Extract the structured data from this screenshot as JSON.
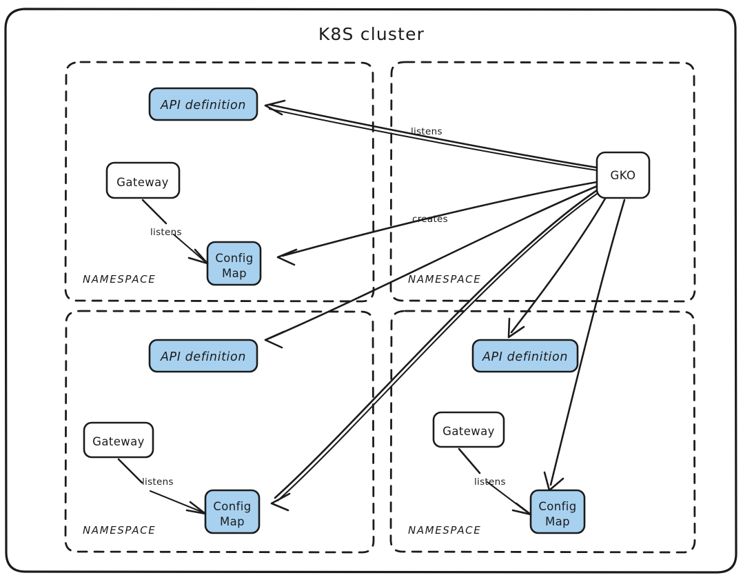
{
  "diagram": {
    "title": "K8S cluster",
    "cluster_label": "K8S cluster",
    "style": {
      "node_blue": "#a8d1f0",
      "node_white": "#ffffff",
      "stroke": "#1b1b1b",
      "background": "#ffffff"
    },
    "namespaces": [
      {
        "id": "ns-top-left",
        "label": "NAMESPACE",
        "nodes": [
          {
            "id": "api-def-1",
            "label": "API definition",
            "kind": "api-definition",
            "fill": "#a8d1f0"
          },
          {
            "id": "gateway-1",
            "label": "Gateway",
            "kind": "gateway",
            "fill": "#ffffff"
          },
          {
            "id": "configmap-1",
            "label_line1": "Config",
            "label_line2": "Map",
            "kind": "config-map",
            "fill": "#a8d1f0"
          }
        ],
        "edges": [
          {
            "from": "gateway-1",
            "to": "configmap-1",
            "label": "listens"
          }
        ]
      },
      {
        "id": "ns-top-right",
        "label": "NAMESPACE",
        "nodes": [
          {
            "id": "gko",
            "label": "GKO",
            "kind": "operator",
            "fill": "#ffffff"
          }
        ],
        "edges": []
      },
      {
        "id": "ns-bottom-left",
        "label": "NAMESPACE",
        "nodes": [
          {
            "id": "api-def-2",
            "label": "API definition",
            "kind": "api-definition",
            "fill": "#a8d1f0"
          },
          {
            "id": "gateway-2",
            "label": "Gateway",
            "kind": "gateway",
            "fill": "#ffffff"
          },
          {
            "id": "configmap-2",
            "label_line1": "Config",
            "label_line2": "Map",
            "kind": "config-map",
            "fill": "#a8d1f0"
          }
        ],
        "edges": [
          {
            "from": "gateway-2",
            "to": "configmap-2",
            "label": "listens"
          }
        ]
      },
      {
        "id": "ns-bottom-right",
        "label": "NAMESPACE",
        "nodes": [
          {
            "id": "api-def-3",
            "label": "API definition",
            "kind": "api-definition",
            "fill": "#a8d1f0"
          },
          {
            "id": "gateway-3",
            "label": "Gateway",
            "kind": "gateway",
            "fill": "#ffffff"
          },
          {
            "id": "configmap-3",
            "label_line1": "Config",
            "label_line2": "Map",
            "kind": "config-map",
            "fill": "#a8d1f0"
          }
        ],
        "edges": [
          {
            "from": "gateway-3",
            "to": "configmap-3",
            "label": "listens"
          }
        ]
      }
    ],
    "cross_edges": [
      {
        "from": "gko",
        "to": "api-def-1",
        "label": "listens"
      },
      {
        "from": "gko",
        "to": "configmap-1",
        "label": "creates"
      },
      {
        "from": "gko",
        "to": "api-def-2",
        "label": ""
      },
      {
        "from": "gko",
        "to": "configmap-2",
        "label": ""
      },
      {
        "from": "gko",
        "to": "api-def-3",
        "label": ""
      },
      {
        "from": "gko",
        "to": "configmap-3",
        "label": ""
      }
    ],
    "edge_labels": {
      "listens": "listens",
      "creates": "creates"
    }
  }
}
